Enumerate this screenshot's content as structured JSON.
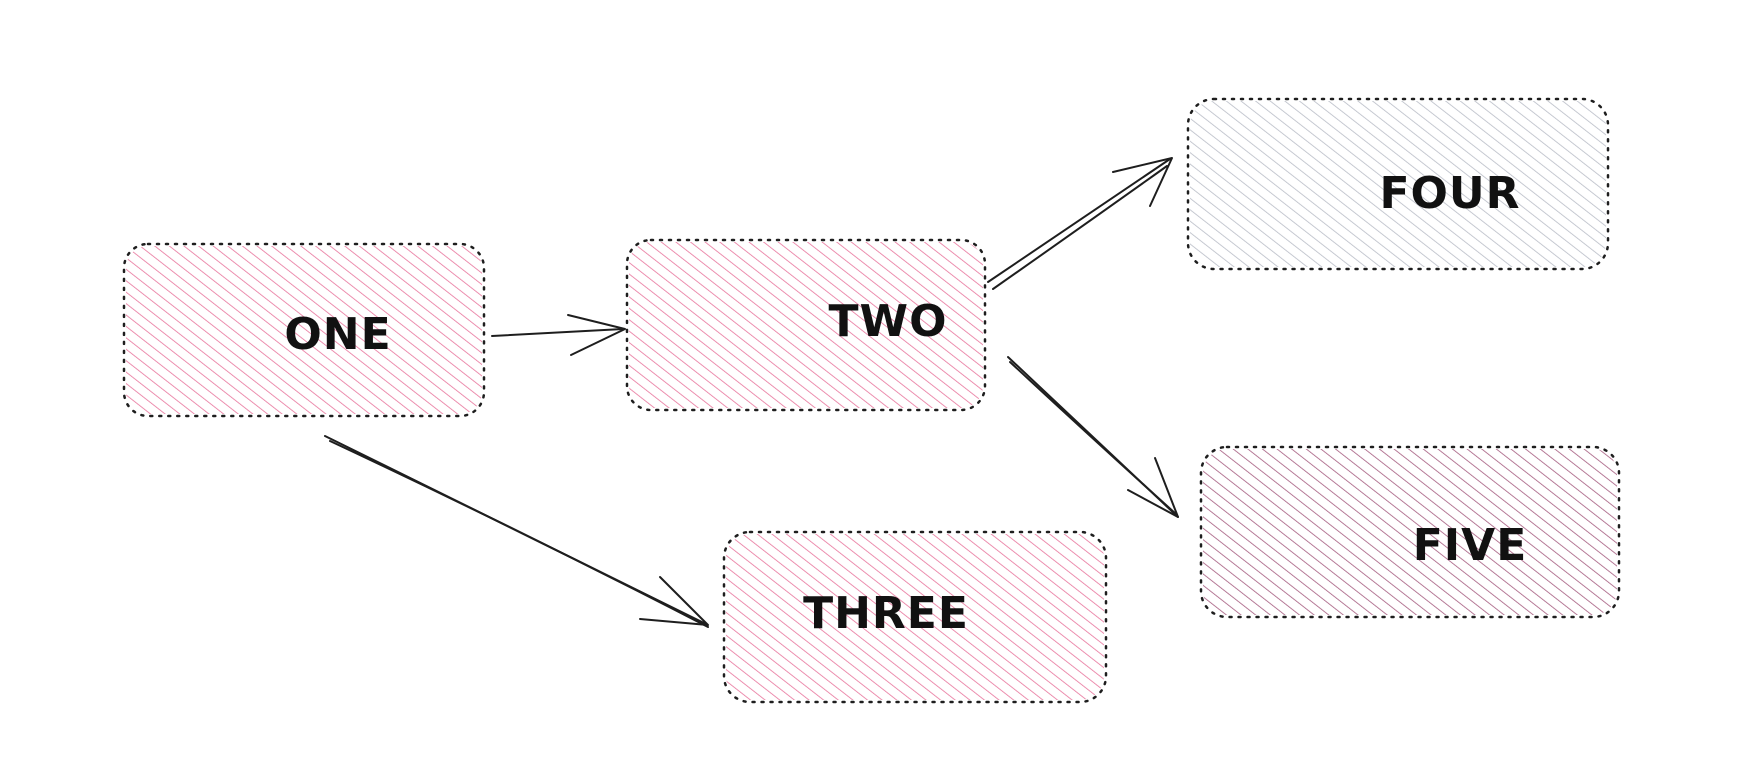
{
  "diagram": {
    "nodes": [
      {
        "id": "one",
        "label": "ONE",
        "color": "#e8739b"
      },
      {
        "id": "two",
        "label": "TWO",
        "color": "#e8739b"
      },
      {
        "id": "three",
        "label": "THREE",
        "color": "#e8739b"
      },
      {
        "id": "four",
        "label": "FOUR",
        "color": "#b8bcc6"
      },
      {
        "id": "five",
        "label": "FIVE",
        "color": "#a45a7e"
      }
    ],
    "edges": [
      {
        "from": "one",
        "to": "two"
      },
      {
        "from": "one",
        "to": "three"
      },
      {
        "from": "two",
        "to": "four"
      },
      {
        "from": "two",
        "to": "five"
      }
    ]
  }
}
